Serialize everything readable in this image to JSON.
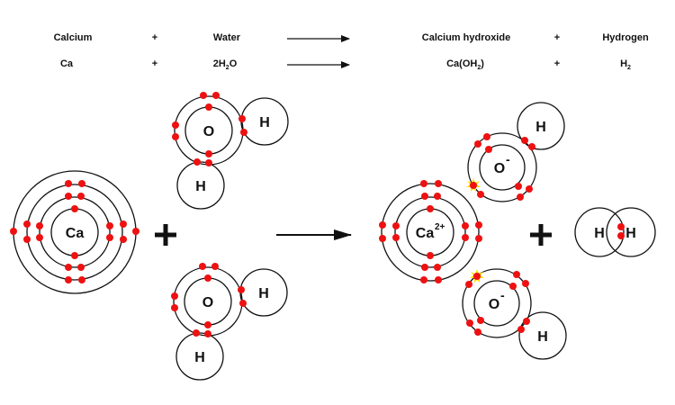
{
  "equation": {
    "words": {
      "reactant1": "Calcium",
      "plus1": "+",
      "reactant2": "Water",
      "product1": "Calcium hydroxide",
      "plus2": "+",
      "product2": "Hydrogen"
    },
    "formulas": {
      "reactant1": "Ca",
      "plus1": "+",
      "reactant2_pre": "2H",
      "reactant2_sub": "2",
      "reactant2_post": "O",
      "product1_pre": "Ca(OH",
      "product1_sub": "2",
      "product1_post": ")",
      "plus2": "+",
      "product2_pre": "H",
      "product2_sub": "2"
    }
  },
  "diagram": {
    "calcium_label": "Ca",
    "oxygen_label": "O",
    "hydrogen_label": "H",
    "calcium_ion_label": "Ca",
    "calcium_ion_charge": "2+",
    "hydroxide_label": "O",
    "hydroxide_charge": "-",
    "plus_sign": "+",
    "calcium_shell_electrons": [
      2,
      8,
      8,
      2
    ],
    "colors": {
      "electron": "#ee1111",
      "transfer_star": "#ffe000",
      "line": "#111111"
    }
  }
}
